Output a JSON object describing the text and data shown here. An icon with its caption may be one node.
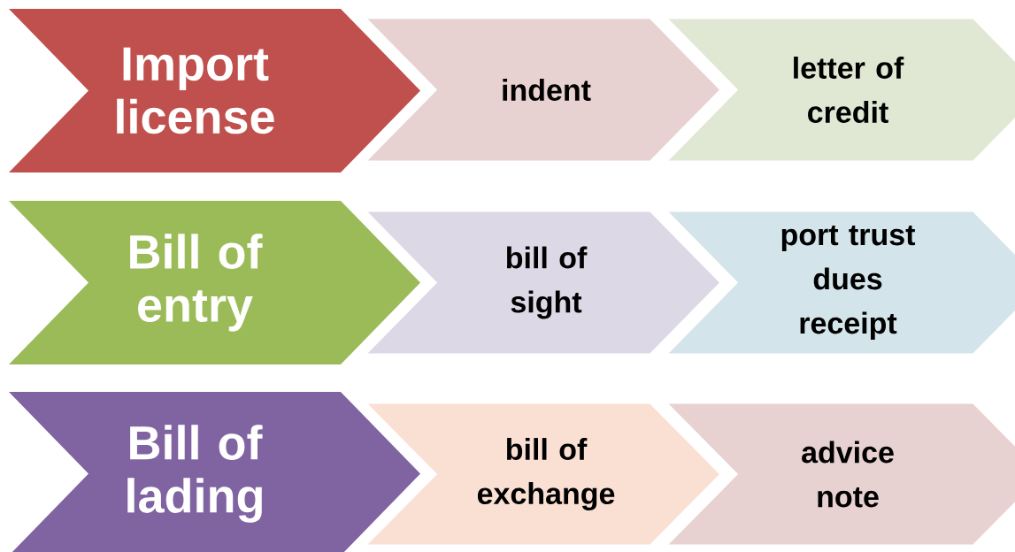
{
  "diagram": {
    "nodes": [
      {
        "text": [
          "Import license"
        ]
      },
      {
        "text": [
          "indent"
        ]
      },
      {
        "text": [
          "letter of credit"
        ]
      },
      {
        "text": [
          "Bill of entry"
        ]
      },
      {
        "text": [
          "bill of sight"
        ]
      },
      {
        "text": [
          "port trust dues receipt"
        ]
      },
      {
        "text": [
          "Bill of lading"
        ]
      },
      {
        "text": [
          "bill of exchange"
        ]
      },
      {
        "text": [
          "advice note"
        ]
      }
    ]
  }
}
